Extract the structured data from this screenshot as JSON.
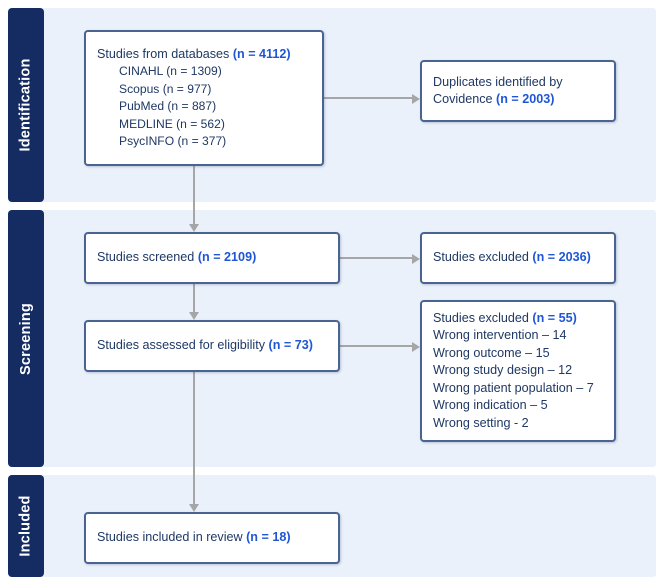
{
  "colors": {
    "band_navy": "#152c63",
    "panel_blue": "#eaf1fb",
    "box_border": "#4a6491",
    "text_navy": "#1f3864",
    "count_blue": "#1f56d6",
    "connector_grey": "#a6a6a6"
  },
  "stages": {
    "identification": "Identification",
    "screening": "Screening",
    "included": "Included"
  },
  "boxes": {
    "databases": {
      "title_text": "Studies from databases ",
      "title_count": "(n = 4112)",
      "sources": [
        {
          "text": "CINAHL (n = 1309)"
        },
        {
          "text": "Scopus (n = 977)"
        },
        {
          "text": "PubMed (n = 887)"
        },
        {
          "text": "MEDLINE (n = 562)"
        },
        {
          "text": "PsycINFO (n = 377)"
        }
      ]
    },
    "duplicates": {
      "line1": "Duplicates identified by",
      "line2_text": "Covidence ",
      "line2_count": "(n = 2003)"
    },
    "screened": {
      "text": "Studies screened ",
      "count": "(n = 2109)"
    },
    "excluded_screening": {
      "text": "Studies excluded ",
      "count": "(n = 2036)"
    },
    "eligibility": {
      "text": "Studies assessed for eligibility ",
      "count": "(n = 73)"
    },
    "excluded_eligibility": {
      "title_text": "Studies excluded ",
      "title_count": "(n = 55)",
      "reasons": [
        {
          "text": "Wrong intervention – 14"
        },
        {
          "text": "Wrong outcome – 15"
        },
        {
          "text": "Wrong study design – 12"
        },
        {
          "text": "Wrong patient population – 7"
        },
        {
          "text": "Wrong indication – 5"
        },
        {
          "text": "Wrong setting - 2"
        }
      ]
    },
    "included": {
      "text": "Studies included in review ",
      "count": "(n = 18)"
    }
  }
}
